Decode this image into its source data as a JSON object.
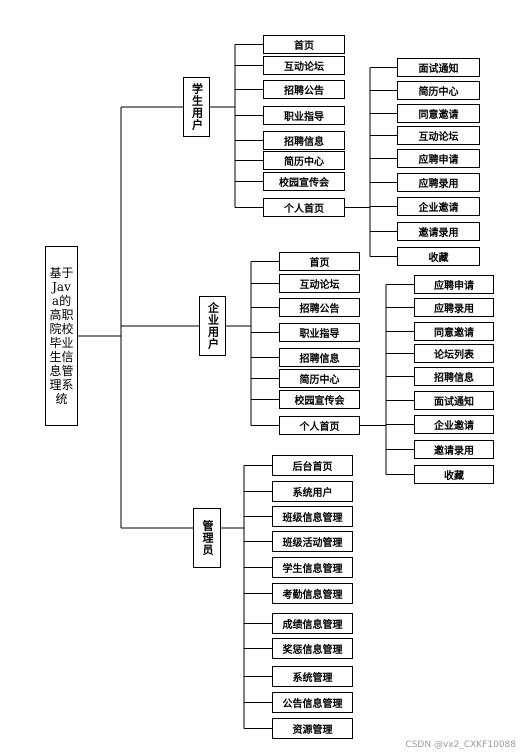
{
  "root": {
    "label": "基于Java的高职院校毕业生信息管理系统"
  },
  "branches": {
    "student": {
      "label": "学生用户",
      "items": [
        "首页",
        "互动论坛",
        "招聘公告",
        "职业指导",
        "招聘信息",
        "简历中心",
        "校园宣传会",
        "个人首页"
      ],
      "personal": [
        "面试通知",
        "简历中心",
        "同意邀请",
        "互动论坛",
        "应聘申请",
        "应聘录用",
        "企业邀请",
        "邀请录用",
        "收藏"
      ]
    },
    "enterprise": {
      "label": "企业用户",
      "items": [
        "首页",
        "互动论坛",
        "招聘公告",
        "职业指导",
        "招聘信息",
        "简历中心",
        "校园宣传会",
        "个人首页"
      ],
      "personal": [
        "应聘申请",
        "应聘录用",
        "同意邀请",
        "论坛列表",
        "招聘信息",
        "面试通知",
        "企业邀请",
        "邀请录用",
        "收藏"
      ]
    },
    "admin": {
      "label": "管理员",
      "items": [
        "后台首页",
        "系统用户",
        "班级信息管理",
        "班级活动管理",
        "学生信息管理",
        "考勤信息管理",
        "成绩信息管理",
        "奖惩信息管理",
        "系统管理",
        "公告信息管理",
        "资源管理"
      ]
    }
  },
  "watermark": "CSDN @vx2_CXKF10088"
}
